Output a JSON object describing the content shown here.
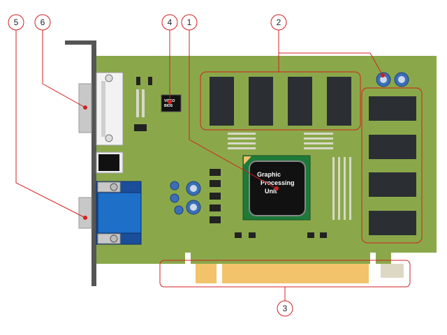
{
  "colors": {
    "pcb": "#8aa84a",
    "pcb_dark": "#7a9840",
    "bracket": "#555555",
    "connector_gray": "#c8c8c8",
    "vga_blue": "#1e6fc8",
    "vga_dark_blue": "#1a4e9a",
    "gpu_green": "#1f7a3a",
    "gpu_black": "#111111",
    "memory_chip": "#2b2f33",
    "callout_red": "#d22020",
    "gold": "#f2c36a",
    "cutout": "#dcd8c4",
    "capacitor_blue": "#3a6fb8"
  },
  "gpu": {
    "label_lines": [
      "Graphic",
      "Processing",
      "Unit"
    ]
  },
  "video_chip": {
    "label_lines": [
      "VIDEO",
      "BIOS"
    ]
  },
  "callouts": [
    {
      "number": "1"
    },
    {
      "number": "2"
    },
    {
      "number": "3"
    },
    {
      "number": "4"
    },
    {
      "number": "5"
    },
    {
      "number": "6"
    }
  ]
}
